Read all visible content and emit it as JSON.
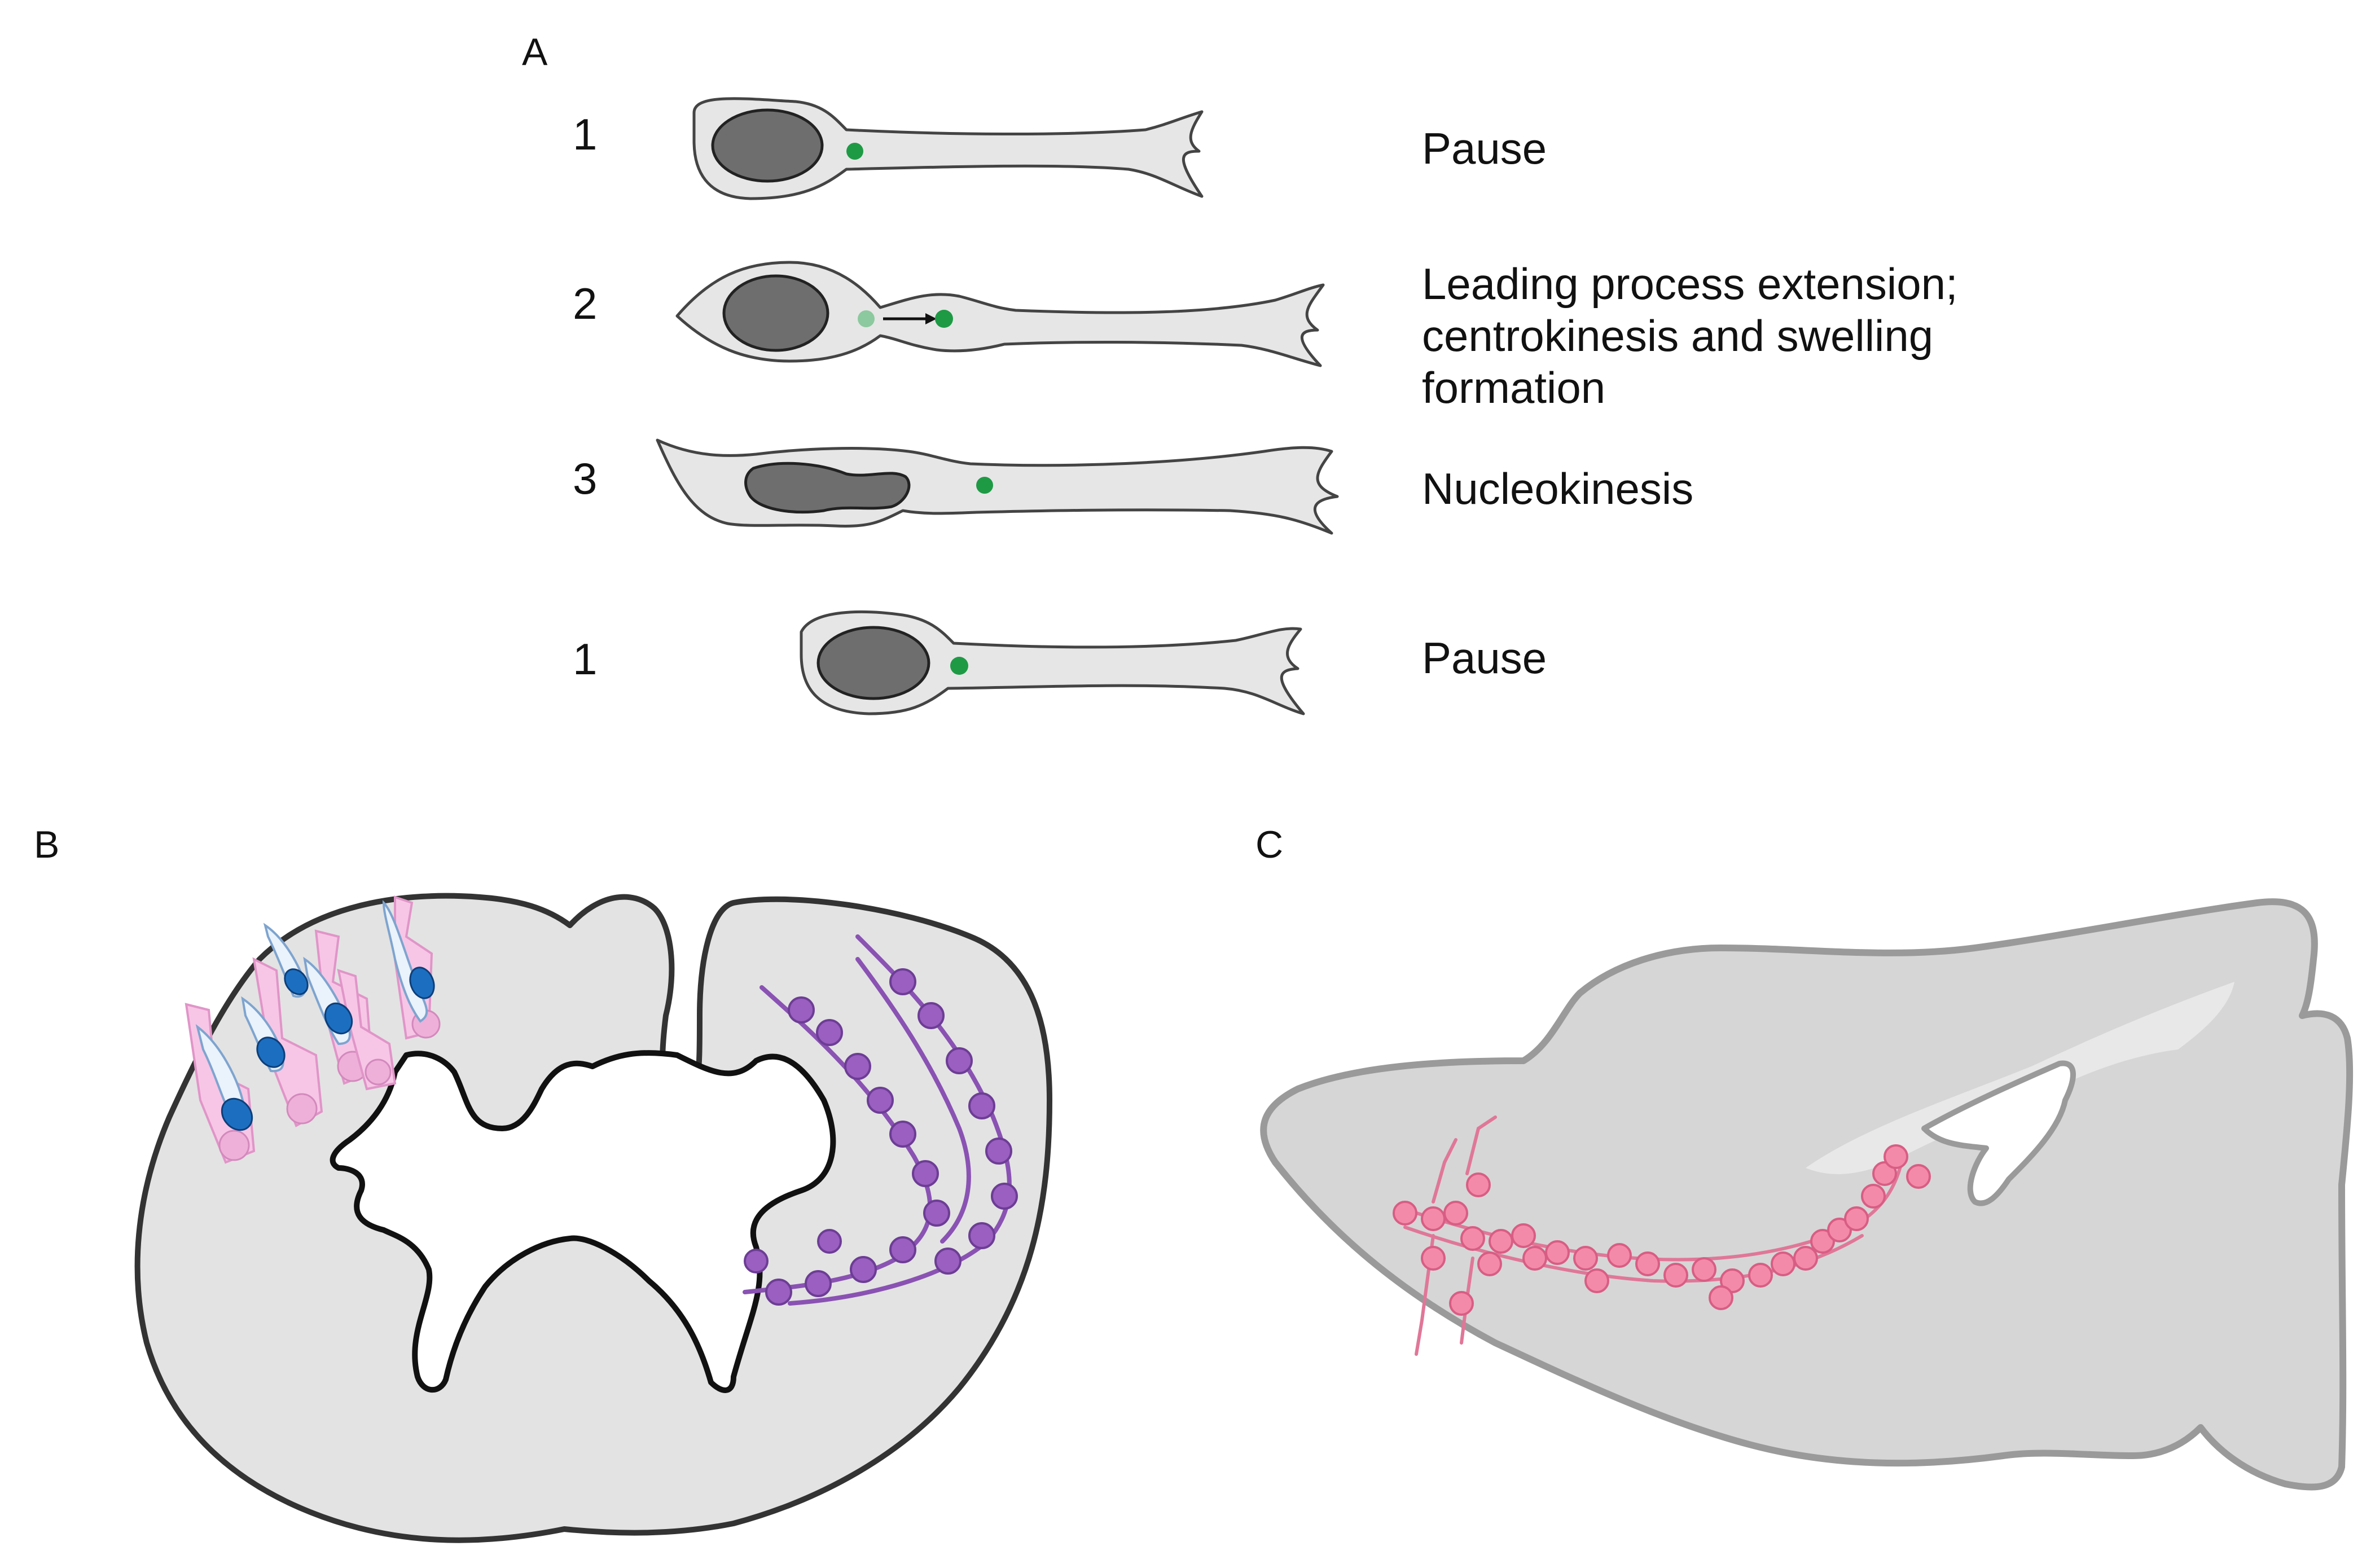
{
  "panels": {
    "a": {
      "letter": "A"
    },
    "b": {
      "letter": "B"
    },
    "c": {
      "letter": "C"
    }
  },
  "steps": [
    {
      "number": "1",
      "label_lines": [
        "Pause"
      ]
    },
    {
      "number": "2",
      "label_lines": [
        "Leading process extension;",
        "centrokinesis and swelling",
        "formation"
      ]
    },
    {
      "number": "3",
      "label_lines": [
        "Nucleokinesis"
      ]
    },
    {
      "number": "1",
      "label_lines": [
        "Pause"
      ]
    }
  ],
  "colors": {
    "centrosome": "#1e9a45",
    "radial_glia_pink": "#f7c6e6",
    "neuron_blue": "#1c6fc0",
    "tangential_purple": "#9a5fc0",
    "rms_pink": "#f48aa9"
  }
}
